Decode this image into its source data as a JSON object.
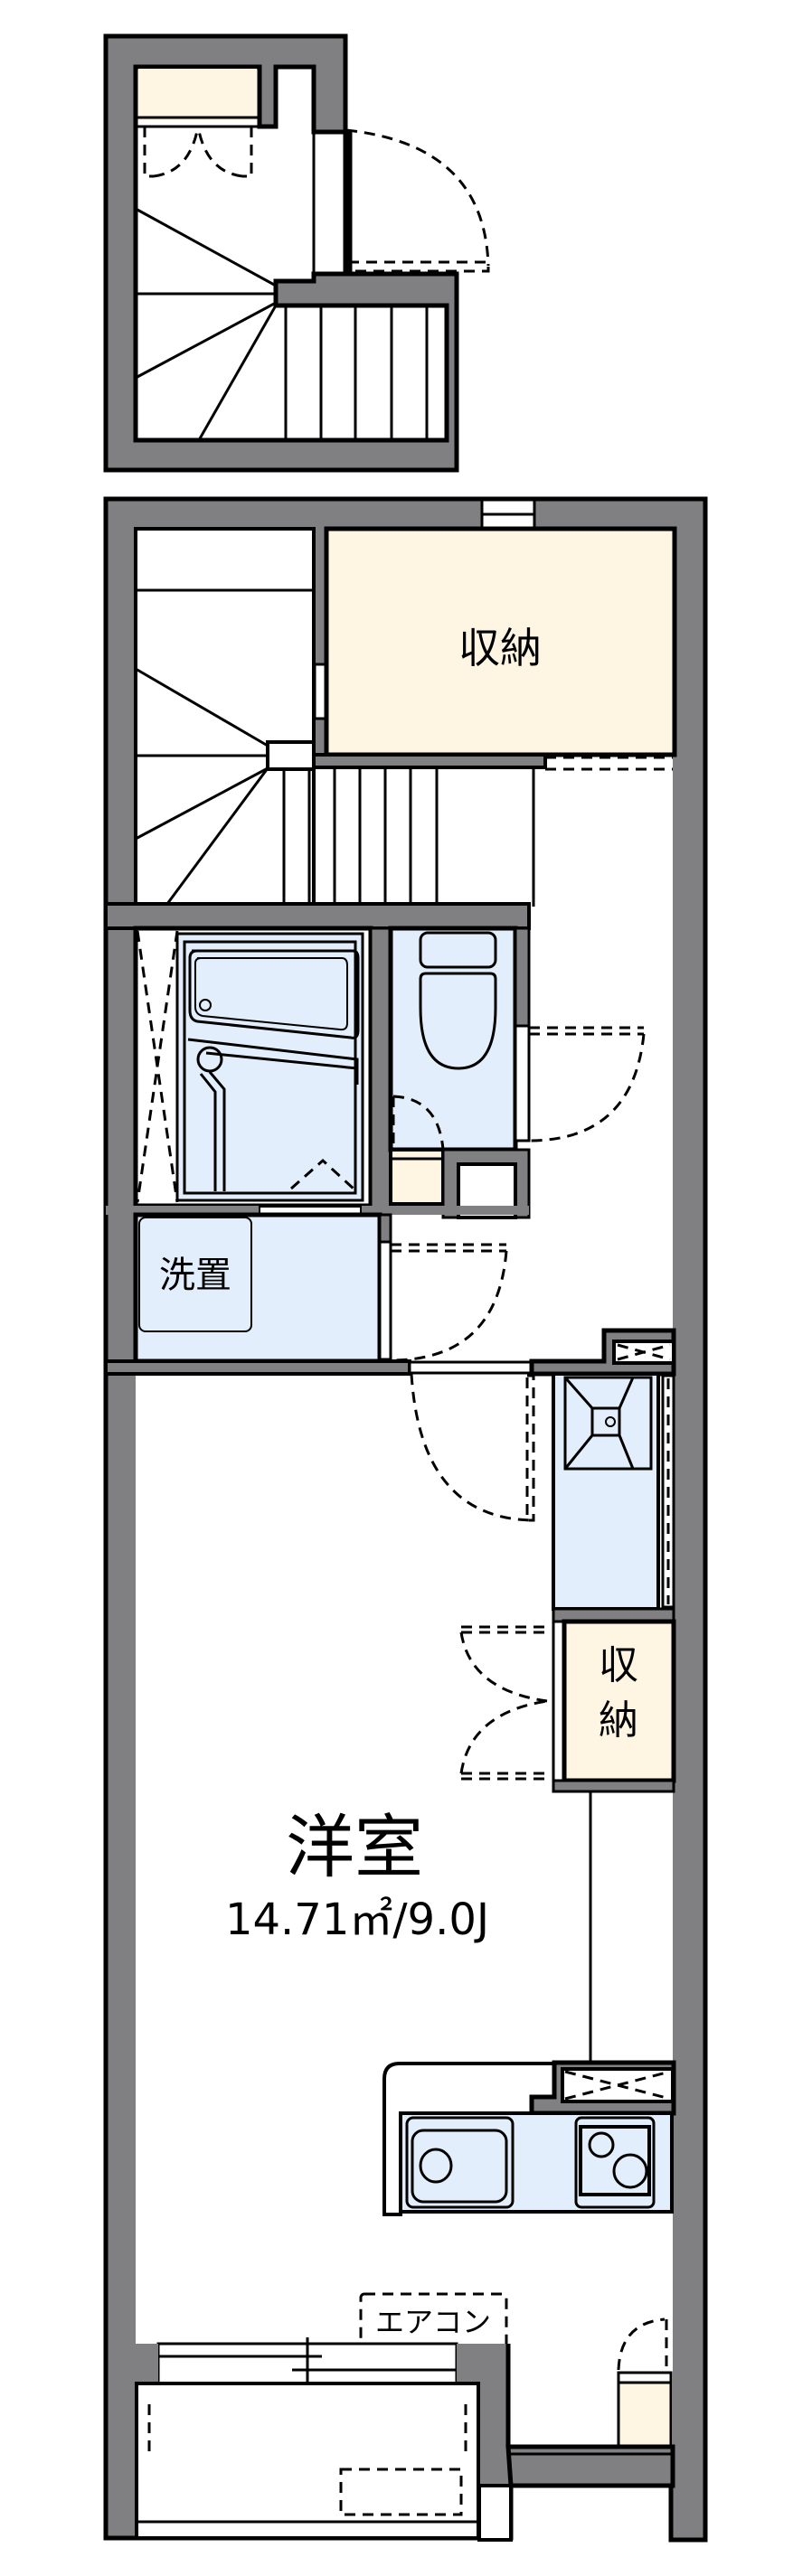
{
  "plan": {
    "colors": {
      "wall": "#808083",
      "storage": "#FFF5E3",
      "wet_area": "#E3EEFC",
      "line": "#000000",
      "background": "#FFFFFF"
    },
    "rooms": {
      "western_room": {
        "label": "洋室",
        "area": "14.71㎡/9.0J"
      },
      "storage_upper": {
        "label": "収納"
      },
      "closet": {
        "label_line1": "収",
        "label_line2": "納"
      },
      "washer_space": {
        "label": "洗置"
      },
      "air_conditioner": {
        "label": "エアコン"
      }
    }
  }
}
